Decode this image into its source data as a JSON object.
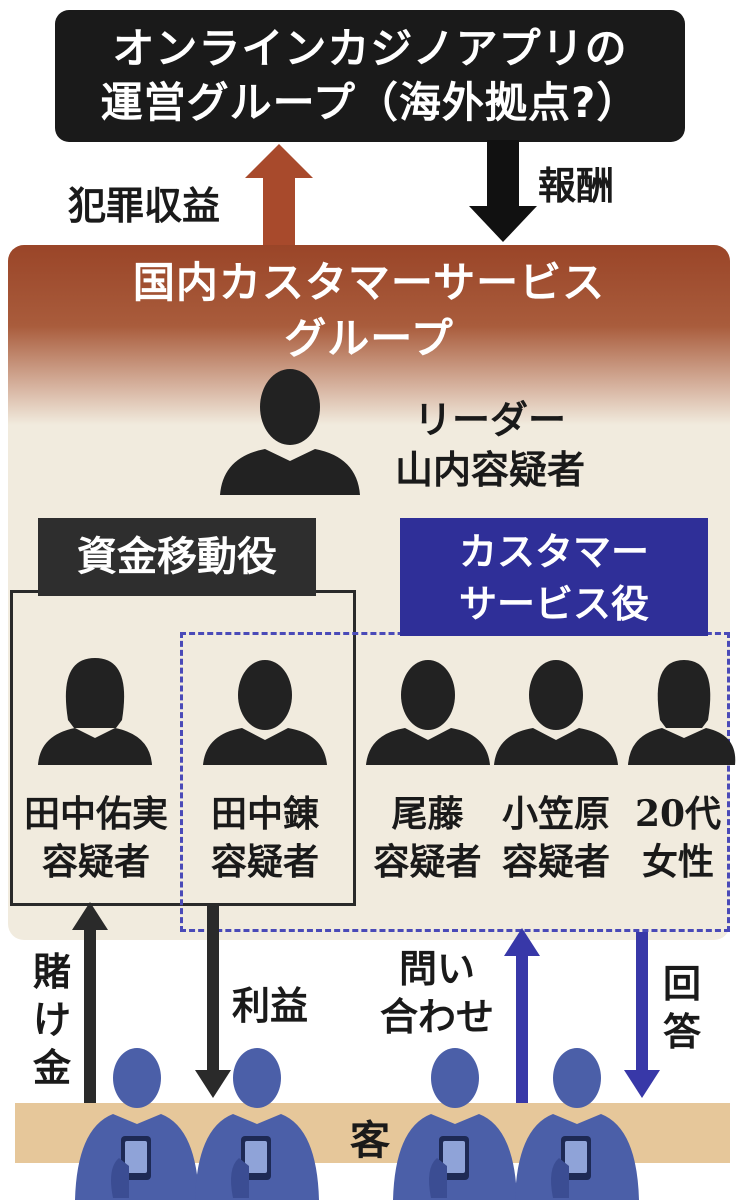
{
  "top_group": {
    "line1": "オンラインカジノアプリの",
    "line2": "運営グループ（海外拠点?）"
  },
  "arrow_up_label": "犯罪収益",
  "arrow_down_label": "報酬",
  "domestic_group": {
    "line1": "国内カスタマーサービス",
    "line2": "グループ"
  },
  "leader": {
    "role": "リーダー",
    "name": "山内容疑者"
  },
  "roles": {
    "fund_transfer": "資金移動役",
    "customer_service": {
      "line1": "カスタマー",
      "line2": "サービス役"
    }
  },
  "people": [
    {
      "line1": "田中佑実",
      "line2": "容疑者",
      "gender": "female"
    },
    {
      "line1": "田中錬",
      "line2": "容疑者",
      "gender": "male"
    },
    {
      "line1": "尾藤",
      "line2": "容疑者",
      "gender": "male"
    },
    {
      "line1": "小笠原",
      "line2": "容疑者",
      "gender": "male"
    },
    {
      "line1": "20代",
      "line2": "女性",
      "gender": "female"
    }
  ],
  "flows": {
    "bet": {
      "c1": "賭",
      "c2": "け",
      "c3": "金"
    },
    "profit": "利益",
    "inquiry": {
      "line1": "問い",
      "line2": "合わせ"
    },
    "answer": {
      "c1": "回",
      "c2": "答"
    }
  },
  "customer_label": "客",
  "colors": {
    "top_box": "#1a1a1a",
    "rust": "#a84a2c",
    "panel": "#f1ebde",
    "role_dark": "#2e2e2e",
    "role_blue": "#2f2f98",
    "customer_blue": "#4b5fa8",
    "counter": "#e6c79a"
  }
}
